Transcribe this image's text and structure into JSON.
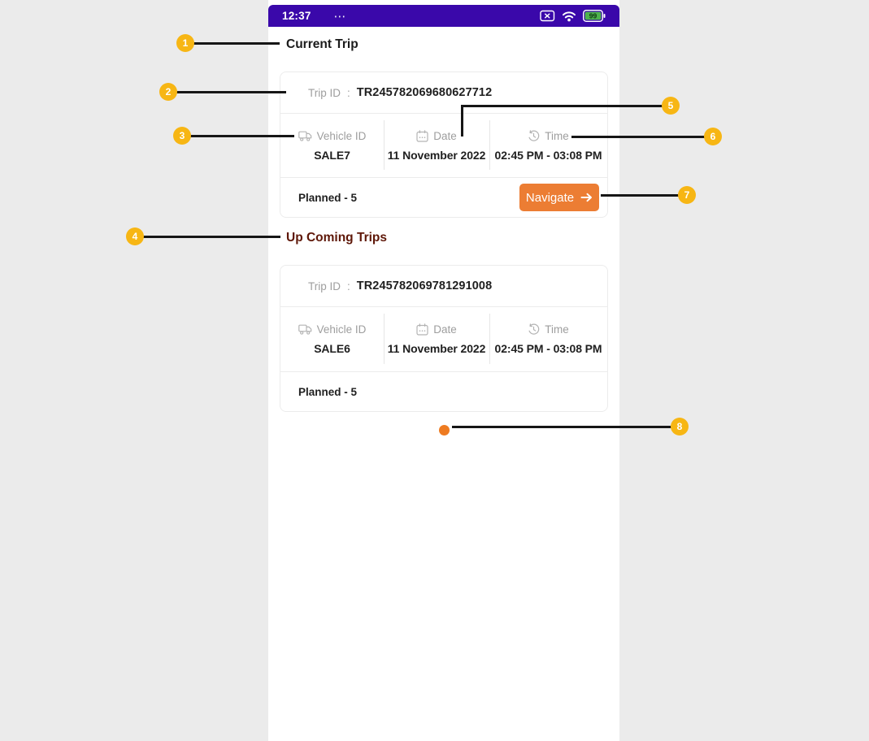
{
  "status_bar": {
    "time": "12:37",
    "menu_dots": "⋯",
    "battery_percent": "99"
  },
  "sections": {
    "current_trip_title": "Current Trip",
    "upcoming_trips_title": "Up Coming Trips"
  },
  "cards": [
    {
      "trip_id_label": "Trip ID",
      "colon": ":",
      "trip_id": "TR245782069680627712",
      "vehicle_label": "Vehicle ID",
      "vehicle_id": "SALE7",
      "date_label": "Date",
      "date": "11 November 2022",
      "time_label": "Time",
      "time": "02:45 PM - 03:08 PM",
      "planned": "Planned - 5",
      "navigate_label": "Navigate"
    },
    {
      "trip_id_label": "Trip ID",
      "colon": ":",
      "trip_id": "TR245782069781291008",
      "vehicle_label": "Vehicle ID",
      "vehicle_id": "SALE6",
      "date_label": "Date",
      "date": "11 November 2022",
      "time_label": "Time",
      "time": "02:45 PM - 03:08 PM",
      "planned": "Planned - 5"
    }
  ],
  "callouts": [
    {
      "label": "1"
    },
    {
      "label": "2"
    },
    {
      "label": "3"
    },
    {
      "label": "4"
    },
    {
      "label": "5"
    },
    {
      "label": "6"
    },
    {
      "label": "7"
    },
    {
      "label": "8"
    }
  ],
  "colors": {
    "status_bar_purple": "#3a08aa",
    "navigate_orange": "#ec7d33",
    "page_dot_orange": "#ee7b21",
    "callout_amber": "#f7b614",
    "upcoming_heading_maroon": "#5e1708",
    "battery_green": "#4db24d",
    "page_background": "#ebebeb"
  }
}
